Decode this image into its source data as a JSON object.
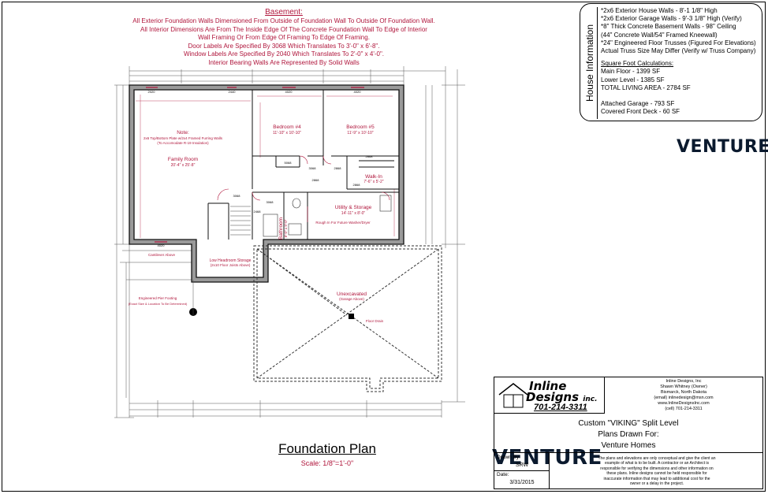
{
  "notes": {
    "header": "Basement:",
    "lines": [
      "All Exterior Foundation Walls Dimensioned From Outside of Foundation Wall To Outside Of Foundation Wall.",
      "All Interior Dimensions Are From The Inside Edge Of The Concrete Foundation Wall To Edge of Interior",
      "Wall Framing Or From Edge Of Framing To Edge Of Framing.",
      "Door Labels Are Specified By 3068 Which Translates To 3'-0\" x 6'-8\".",
      "Window Labels Are Specified By 2040 Which Translates To 2'-0\" x 4'-0\".",
      "Interior Bearing Walls Are Represented By Solid Walls"
    ]
  },
  "house_info": {
    "side_label": "House Information",
    "specs": [
      "*2x6 Exterior House Walls - 8'-1 1/8\" High",
      "*2x6 Exterior Garage Walls - 9'-3 1/8\" High (Verify)",
      "*8\" Thick Concrete Basement Walls - 98\" Ceiling",
      "(44\" Concrete Wall/54\" Framed Kneewall)",
      "*24\" Engineered Floor Trusses (Figured For Elevations)",
      "Actual Truss Size May Differ (Verify w/ Truss Company)"
    ],
    "sqft_header": "Square Foot Calculations:",
    "sqft": [
      "Main Floor - 1399 SF",
      "Lower Level - 1385 SF",
      "TOTAL LIVING AREA - 2784 SF"
    ],
    "extra": [
      "Attached Garage - 793 SF",
      "Covered Front Deck - 60 SF"
    ]
  },
  "logo_text": "VENTURE",
  "plan": {
    "rooms": {
      "family_room": {
        "name": "Family Room",
        "dims": "20'-4\" x 25'-8\""
      },
      "family_note": [
        "Note:",
        "2x6 Top/Bottom Plate w/2x4 Framed Furring Walls",
        "(To Accomodate R-19 Insulation)"
      ],
      "bedroom4": {
        "name": "Bedroom #4",
        "dims": "11'-10\" x 10'-10\""
      },
      "bedroom5": {
        "name": "Bedroom #5",
        "dims": "11'-9\" x 10'-10\""
      },
      "walkin": {
        "name": "Walk-In",
        "dims": "7'-6\" x 5'-2\""
      },
      "utility": {
        "name": "Utility & Storage",
        "dims": "14'-11\" x 8'-0\""
      },
      "utility_note": "Rough In For Future Washer/Dryer",
      "bathroom": {
        "name": "Bathroom",
        "dims": "8'-0\" x 9'-0\""
      },
      "low_headroom": {
        "name": "Low Headroom Storage",
        "note": "(2x10 Floor Joists Above)"
      },
      "unexcavated": {
        "name": "Unexcavated",
        "note": "(Garage Above)"
      },
      "floor_drain": "Floor Drain"
    },
    "labels": {
      "pier": [
        "Engineered Pier Footing",
        "(Exact Size & Location To Be Determined)"
      ],
      "cantilever": "Cantilever Above"
    },
    "door_labels": [
      "3068",
      "2868",
      "3068",
      "3068",
      "2868",
      "2868",
      "2868",
      "2468",
      "5068"
    ],
    "window_labels": [
      "2020",
      "2440",
      "4020",
      "4020",
      "4020"
    ]
  },
  "footer": {
    "title": "Foundation Plan",
    "scale": "Scale: 1/8\"=1'-0\""
  },
  "title_block": {
    "company_logo_line1": "Inline",
    "company_logo_line2": "Designs",
    "company_logo_suffix": "inc.",
    "phone": "701-214-3311",
    "company_info": [
      "Inline Designs, Inc",
      "Shawn Whitney (Owner)",
      "Bismarck, North Dakota",
      "(email) inlinedesign@msn.com",
      "www.InlineDesignsInc.com",
      "(cell) 701-214-3311"
    ],
    "project": "Custom \"VIKING\" Split Level",
    "drawn_for_label": "Plans Drawn For:",
    "client": "Venture Homes",
    "drawn_by_label": "Drawn By:",
    "drawn_by": "SRW",
    "date_label": "Date:",
    "date": "3/31/2015",
    "disclaimer": [
      "The plans and elevations are only conceptual and give the client an",
      "example of what is to be built.  A contractor or an Architect is",
      "responsible for verifying the dimensions and other information on",
      "these plans.  Inline designs cannot be held responsible for",
      "inaccurate information that may lead to additional cost for the",
      "owner or a delay in the project."
    ]
  }
}
